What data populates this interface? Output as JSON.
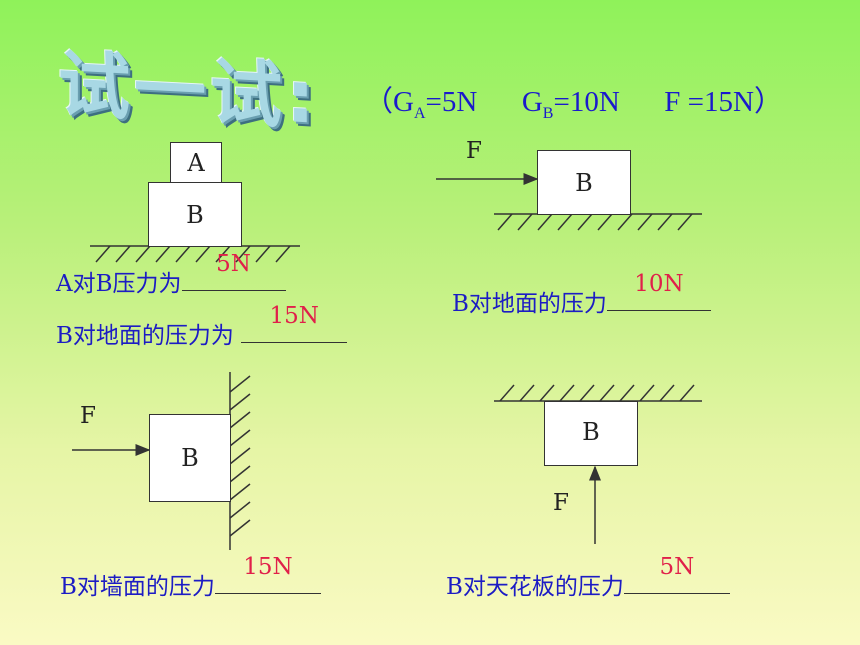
{
  "title": "试一试:",
  "given": {
    "open": "（",
    "ga": "G",
    "ga_sub": "A",
    "ga_val": "=5N",
    "gb": "G",
    "gb_sub": "B",
    "gb_val": "=10N",
    "f": "F =15N",
    "close": "）"
  },
  "diagram1": {
    "block_a": "A",
    "block_b": "B",
    "q1": "A对B压力为",
    "a1": "5N",
    "q2": "B对地面的压力为 ",
    "a2": "15N"
  },
  "diagram2": {
    "force": "F",
    "block": "B",
    "q": "B对地面的压力",
    "a": "10N"
  },
  "diagram3": {
    "force": "F",
    "block": "B",
    "q": "B对墙面的压力",
    "a": "15N"
  },
  "diagram4": {
    "force": "F",
    "block": "B",
    "q": "B对天花板的压力",
    "a": "5N"
  }
}
